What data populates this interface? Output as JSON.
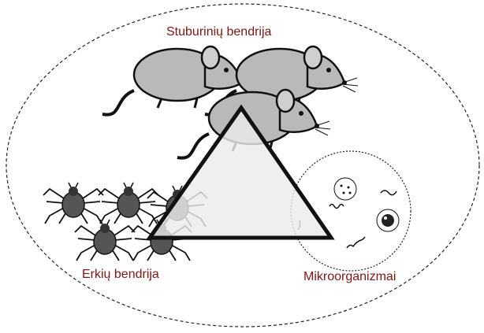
{
  "labels": {
    "vertebrates": "Stuburinių bendrija",
    "ticks": "Erkių bendrija",
    "microorganisms": "Mikroorganizmai"
  },
  "colors": {
    "label": "#7b1616",
    "mouse_body": "#b9b9b9",
    "tick_body": "#555555",
    "triangle_fill": "#ececec"
  },
  "icons": [
    "mouse-icon",
    "tick-icon",
    "microbe-icon",
    "cell-icon"
  ]
}
